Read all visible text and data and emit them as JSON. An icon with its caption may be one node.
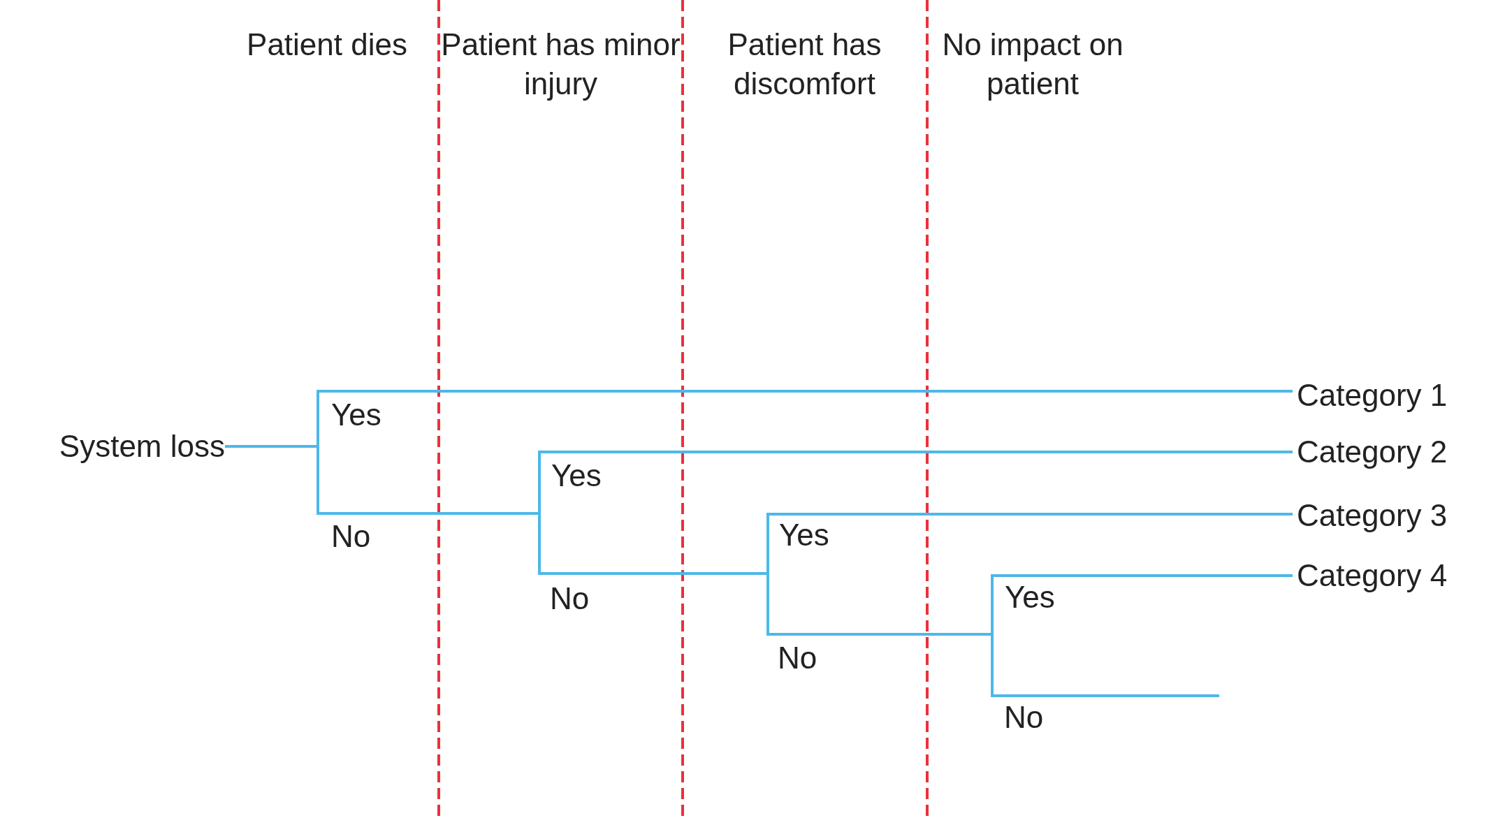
{
  "diagram": {
    "nodes": [
      {
        "text": [
          "System loss"
        ]
      },
      {
        "text": [
          "Category 1"
        ]
      },
      {
        "text": [
          "Category 2"
        ]
      },
      {
        "text": [
          "Category 3"
        ]
      },
      {
        "text": [
          "Category 4"
        ]
      }
    ],
    "edges": [
      {
        "from": 0,
        "to": 1,
        "arrow": "none"
      },
      {
        "from": 0,
        "to": 2,
        "arrow": "none"
      },
      {
        "from": 0,
        "to": 3,
        "arrow": "none"
      },
      {
        "from": 0,
        "to": 4,
        "arrow": "none"
      },
      {
        "from": 0,
        "to": null,
        "arrow": "none"
      }
    ],
    "labels": [
      "Patient dies",
      "Patient has minor injury",
      "Patient has discomfort",
      "No impact on patient",
      "Yes",
      "No",
      "Yes",
      "No",
      "Yes",
      "No",
      "Yes",
      "No"
    ]
  }
}
